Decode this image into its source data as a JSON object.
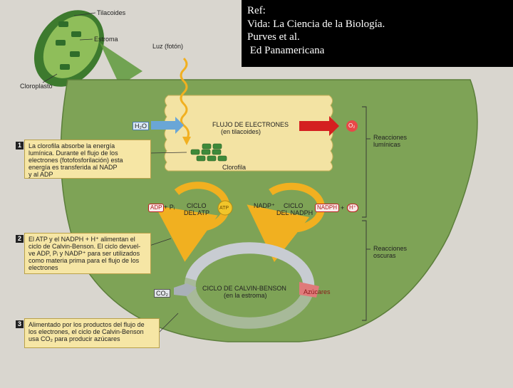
{
  "reference": {
    "line1": "Ref:",
    "line2": "Vida: La Ciencia de la Biología.",
    "line3": "Purves et al.",
    "line4": " Ed Panamericana"
  },
  "labels": {
    "tilacoides": "Tilacoides",
    "estroma": "Estroma",
    "cloroplasto": "Cloroplasto",
    "luz": "Luz (fotón)",
    "h2o": "H₂O",
    "flujo_title": "FLUJO DE ELECTRONES",
    "flujo_sub": "(en tilacoides)",
    "o2": "O₂",
    "clorofila": "Clorofila",
    "adp": "ADP",
    "plus_pi": "+ Pᵢ",
    "ciclo_atp_1": "CICLO",
    "ciclo_atp_2": "DEL ATP",
    "atp": "ATP",
    "nadp": "NADP⁺",
    "ciclo_nadph_1": "CICLO",
    "ciclo_nadph_2": "DEL NADPH",
    "nadph": "NADPH",
    "plus": "+",
    "h_plus": "H⁺",
    "calvin_title": "CICLO DE CALVIN-BENSON",
    "calvin_sub": "(en la estroma)",
    "co2": "CO₂",
    "azucares": "Azúcares",
    "reacciones_luminicas": "Reacciones\nlumínicas",
    "reacciones_oscuras": "Reacciones\noscuras"
  },
  "notes": [
    {
      "number": "1",
      "text": "La clorofila absorbe la energía\nlumínica. Durante el flujo de los\nelectrones (fotofosforilación) esta\nenergía es transferida al NADP\ny al ADP"
    },
    {
      "number": "2",
      "text": "El ATP y el NADPH + H⁺ alimentan el\nciclo de Calvin-Benson. El ciclo devuel-\nve ADP, Pᵢ y NADP⁺ para ser utilizados\ncomo materia prima para el flujo de los\nelectrones"
    },
    {
      "number": "3",
      "text": "Alimentado por los productos del flujo de\nlos electrones, el ciclo de Calvin-Benson\nusa CO₂ para producir azúcares"
    }
  ],
  "colors": {
    "chloroplast": "#7ea356",
    "membrane_box": "#f3e3a3",
    "cycle_arrow": "#f1b020",
    "calvin_arrow": "#c8ccd2",
    "o2_arrow": "#d42020",
    "h2o_arrow": "#6aa6d6",
    "note_bg": "#f6e6a5",
    "ref_bg": "#000000"
  }
}
